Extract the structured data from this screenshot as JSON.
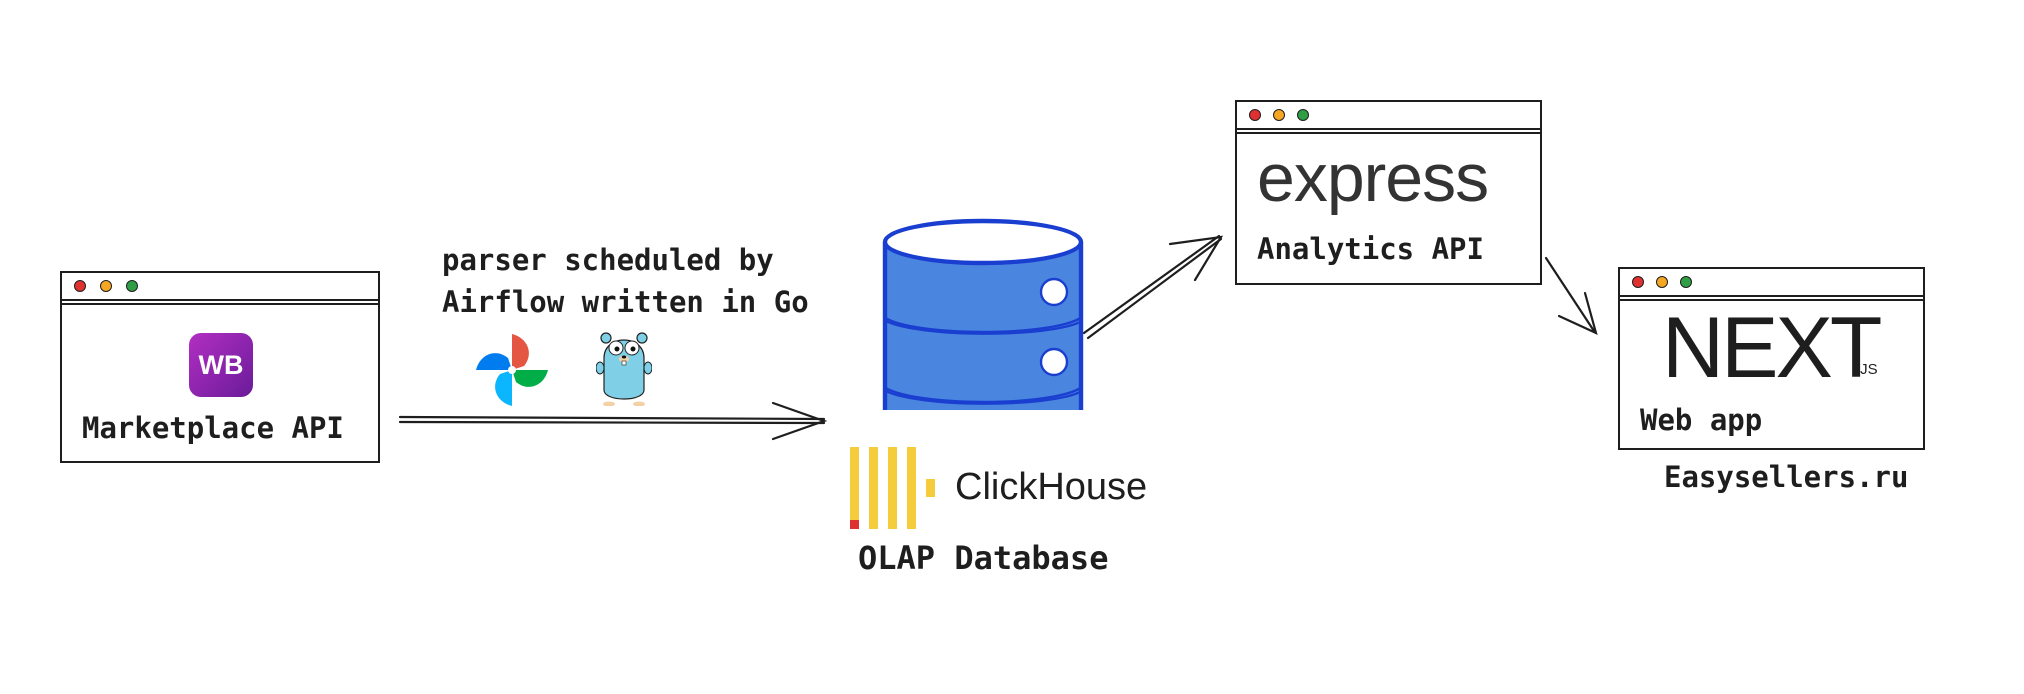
{
  "nodes": {
    "marketplace": {
      "logo_text": "WB",
      "label": "Marketplace API"
    },
    "parser": {
      "line1": "parser scheduled by",
      "line2": "Airflow written in Go"
    },
    "database": {
      "brand": "ClickHouse",
      "label": "OLAP Database"
    },
    "analytics": {
      "brand": "express",
      "label": "Analytics API"
    },
    "webapp": {
      "brand_main": "NEXT",
      "brand_sub": ".JS",
      "label": "Web app",
      "caption": "Easysellers.ru"
    }
  },
  "icons": {
    "airflow": "airflow-pinwheel-icon",
    "go": "go-gopher-icon",
    "database": "database-cylinder-icon",
    "clickhouse": "clickhouse-bars-icon"
  },
  "colors": {
    "ink": "#1e1e1e",
    "wb_purple": "#8e24aa",
    "db_blue": "#4a86e0",
    "db_stroke": "#1a3fd0",
    "clickhouse_yellow": "#f5cc3c",
    "clickhouse_red": "#e03131",
    "gopher": "#7fd0e6"
  }
}
